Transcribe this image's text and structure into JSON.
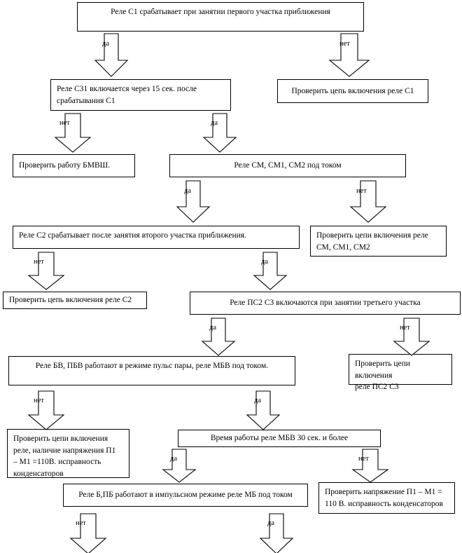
{
  "diagram": {
    "title_text": "Реле С1 срабатывает при занятии первого участка приближения",
    "label_yes": "да",
    "label_no": "нет",
    "stroke_color": "#000000",
    "fill_color": "#ffffff",
    "nodes": [
      {
        "id": "n1",
        "text": "Реле С1 срабатывает при занятии первого участка приближения"
      },
      {
        "id": "n2",
        "text": "Реле С31 включается через 15 сек. после\nсрабатывания С1"
      },
      {
        "id": "n3",
        "text": "Проверить цепь включения реле С1"
      },
      {
        "id": "n4",
        "text": "Проверить работу БМВШ."
      },
      {
        "id": "n5",
        "text": "Реле СМ, СМ1, СМ2 под током"
      },
      {
        "id": "n6",
        "text": "Реле С2 срабатывает после занятия второго участка приближения."
      },
      {
        "id": "n7",
        "text": "Проверить цепи включения реле\nСМ, СМ1, СМ2"
      },
      {
        "id": "n8",
        "text": "Проверить цепь включения реле С2"
      },
      {
        "id": "n9",
        "text": "Реле ПС2 С3 включаются при занятии третьего участка"
      },
      {
        "id": "n10",
        "text": "Реле БВ, ПБВ работают в режиме пульс пары, реле МБВ под током."
      },
      {
        "id": "n11",
        "text": "Проверить цепи включения\nреле ПС2 С3"
      },
      {
        "id": "n12",
        "text": "Проверить цепи включения\nреле, наличие напряжения  П1\n– М1 =110В. исправность\nконденсаторов"
      },
      {
        "id": "n13",
        "text": "Время работы реле МБВ 30 сек. и более"
      },
      {
        "id": "n14",
        "text": "Реле Б,ПБ работают в импульсном режиме реле МБ под током"
      },
      {
        "id": "n15",
        "text": "Проверить напряжение  П1 – М1 =\n110 В. исправность  конденсаторов"
      }
    ],
    "arrows": [
      {
        "id": "a1",
        "label": "да",
        "from": "n1",
        "to": "n2"
      },
      {
        "id": "a2",
        "label": "нет",
        "from": "n1",
        "to": "n3"
      },
      {
        "id": "a3",
        "label": "нет",
        "from": "n2",
        "to": "n4"
      },
      {
        "id": "a4",
        "label": "да",
        "from": "n2",
        "to": "n5"
      },
      {
        "id": "a5",
        "label": "да",
        "from": "n5",
        "to": "n6"
      },
      {
        "id": "a6",
        "label": "нет",
        "from": "n5",
        "to": "n7"
      },
      {
        "id": "a7",
        "label": "нет",
        "from": "n6",
        "to": "n8"
      },
      {
        "id": "a8",
        "label": "да",
        "from": "n6",
        "to": "n9"
      },
      {
        "id": "a9",
        "label": "да",
        "from": "n9",
        "to": "n10"
      },
      {
        "id": "a10",
        "label": "нет",
        "from": "n9",
        "to": "n11"
      },
      {
        "id": "a11",
        "label": "нет",
        "from": "n10",
        "to": "n12"
      },
      {
        "id": "a12",
        "label": "да",
        "from": "n10",
        "to": "n13"
      },
      {
        "id": "a13",
        "label": "да",
        "from": "n13",
        "to": "n14"
      },
      {
        "id": "a14",
        "label": "нет",
        "from": "n13",
        "to": "n15"
      },
      {
        "id": "a15",
        "label": "нет",
        "from": "n14",
        "to": ""
      },
      {
        "id": "a16",
        "label": "да",
        "from": "n14",
        "to": ""
      }
    ]
  }
}
